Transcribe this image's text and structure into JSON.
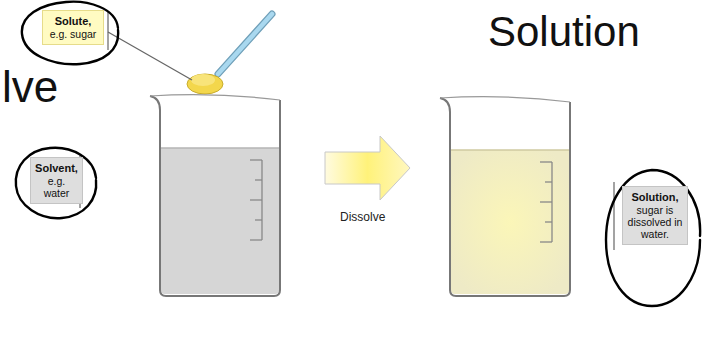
{
  "diagram": {
    "nodes": [
      {
        "text": [
          "Solute,",
          "e.g. sugar"
        ]
      },
      {
        "text": [
          "Solvent,",
          "e.g. water"
        ]
      },
      {
        "text": [
          "Solution,",
          "sugar is dissolved in water."
        ]
      }
    ],
    "labels": [
      "Dissolve",
      "Solution",
      "lve"
    ]
  }
}
